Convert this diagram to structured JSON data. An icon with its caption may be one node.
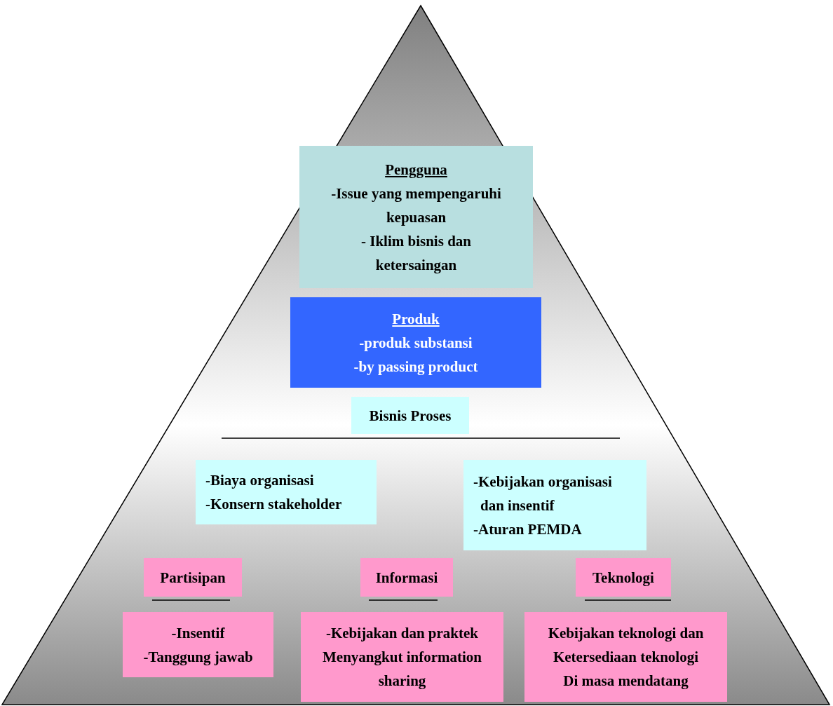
{
  "diagram": {
    "nodes": [
      {
        "text": [
          "Pengguna",
          "-Issue yang mempengaruhi kepuasan",
          "- Iklim bisnis dan ketersaingan"
        ]
      },
      {
        "text": [
          "Produk",
          "-produk substansi",
          "-by passing product"
        ]
      },
      {
        "text": [
          "Bisnis Proses"
        ]
      },
      {
        "text": [
          "-Biaya organisasi",
          "-Konsern stakeholder"
        ]
      },
      {
        "text": [
          "-Kebijakan organisasi dan insentif",
          "-Aturan PEMDA"
        ]
      },
      {
        "text": [
          "Partisipan"
        ]
      },
      {
        "text": [
          "-Insentif",
          "-Tanggung jawab"
        ]
      },
      {
        "text": [
          "Informasi"
        ]
      },
      {
        "text": [
          "-Kebijakan dan praktek",
          "Menyangkut information sharing"
        ]
      },
      {
        "text": [
          "Teknologi"
        ]
      },
      {
        "text": [
          "Kebijakan teknologi dan",
          "Ketersediaan teknologi",
          "Di masa mendatang"
        ]
      }
    ]
  }
}
